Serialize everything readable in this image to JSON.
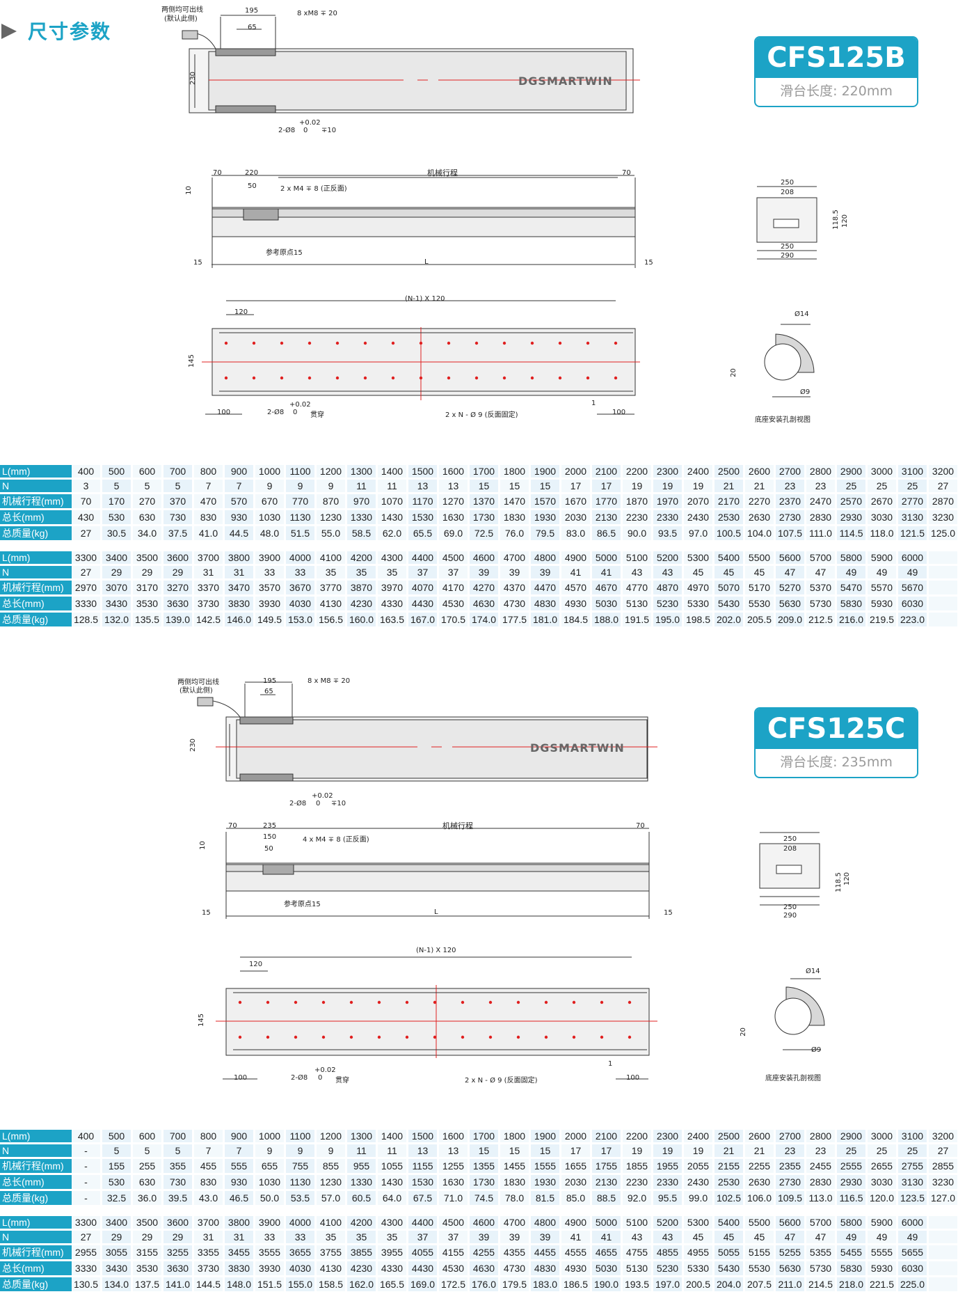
{
  "header": {
    "title": "尺寸参数",
    "arrow_icon": "play-triangle-icon"
  },
  "brand_logo": "DGSMARTWIN",
  "colors": {
    "accent": "#1ca3c6",
    "centerline": "#e02020",
    "table_cell": "#e8f3fa"
  },
  "model_b": {
    "name": "CFS125B",
    "slide": "滑台长度: 220mm",
    "top_view": {
      "cable_note_1": "两侧均可出线",
      "cable_note_2": "(默认此侧)",
      "d195": "195",
      "d65": "65",
      "d230": "230",
      "thread": "8 xM8 ∓ 20",
      "tol": "+0.02",
      "tol0": "0",
      "pin": "2-Ø8",
      "pin_depth": "∓10"
    },
    "side_view": {
      "d70a": "70",
      "d220": "220",
      "d50": "50",
      "d10": "10",
      "stroke": "机械行程",
      "d70b": "70",
      "thread": "2 x M4 ∓ 8 (正反面)",
      "ref": "参考原点15",
      "d15a": "15",
      "L": "L",
      "d15b": "15"
    },
    "bottom_view": {
      "pitch": "(N-1) X 120",
      "d120": "120",
      "d145": "145",
      "d100a": "100",
      "tol": "+0.02",
      "tol0": "0",
      "pin": "2-Ø8",
      "through": "贯穿",
      "holes": "2 x N - Ø 9 (反面固定)",
      "d1": "1",
      "d100b": "100"
    },
    "section": {
      "d250a": "250",
      "d208": "208",
      "d118": "118.5",
      "d120": "120",
      "d250b": "250",
      "d290": "290"
    },
    "hole_detail": {
      "d14": "Ø14",
      "d20": "20",
      "d9": "Ø9",
      "caption": "底座安装孔剖视图"
    },
    "table1": {
      "labels": [
        "L(mm)",
        "N",
        "机械行程(mm)",
        "总长(mm)",
        "总质量(kg)"
      ],
      "rows": [
        [
          "400",
          "500",
          "600",
          "700",
          "800",
          "900",
          "1000",
          "1100",
          "1200",
          "1300",
          "1400",
          "1500",
          "1600",
          "1700",
          "1800",
          "1900",
          "2000",
          "2100",
          "2200",
          "2300",
          "2400",
          "2500",
          "2600",
          "2700",
          "2800",
          "2900",
          "3000",
          "3100",
          "3200"
        ],
        [
          "3",
          "5",
          "5",
          "5",
          "7",
          "7",
          "9",
          "9",
          "9",
          "11",
          "11",
          "13",
          "13",
          "15",
          "15",
          "15",
          "17",
          "17",
          "19",
          "19",
          "19",
          "21",
          "21",
          "23",
          "23",
          "25",
          "25",
          "25",
          "27"
        ],
        [
          "70",
          "170",
          "270",
          "370",
          "470",
          "570",
          "670",
          "770",
          "870",
          "970",
          "1070",
          "1170",
          "1270",
          "1370",
          "1470",
          "1570",
          "1670",
          "1770",
          "1870",
          "1970",
          "2070",
          "2170",
          "2270",
          "2370",
          "2470",
          "2570",
          "2670",
          "2770",
          "2870"
        ],
        [
          "430",
          "530",
          "630",
          "730",
          "830",
          "930",
          "1030",
          "1130",
          "1230",
          "1330",
          "1430",
          "1530",
          "1630",
          "1730",
          "1830",
          "1930",
          "2030",
          "2130",
          "2230",
          "2330",
          "2430",
          "2530",
          "2630",
          "2730",
          "2830",
          "2930",
          "3030",
          "3130",
          "3230"
        ],
        [
          "27",
          "30.5",
          "34.0",
          "37.5",
          "41.0",
          "44.5",
          "48.0",
          "51.5",
          "55.0",
          "58.5",
          "62.0",
          "65.5",
          "69.0",
          "72.5",
          "76.0",
          "79.5",
          "83.0",
          "86.5",
          "90.0",
          "93.5",
          "97.0",
          "100.5",
          "104.0",
          "107.5",
          "111.0",
          "114.5",
          "118.0",
          "121.5",
          "125.0"
        ]
      ]
    },
    "table2": {
      "labels": [
        "L(mm)",
        "N",
        "机械行程(mm)",
        "总长(mm)",
        "总质量(kg)"
      ],
      "rows": [
        [
          "3300",
          "3400",
          "3500",
          "3600",
          "3700",
          "3800",
          "3900",
          "4000",
          "4100",
          "4200",
          "4300",
          "4400",
          "4500",
          "4600",
          "4700",
          "4800",
          "4900",
          "5000",
          "5100",
          "5200",
          "5300",
          "5400",
          "5500",
          "5600",
          "5700",
          "5800",
          "5900",
          "6000",
          ""
        ],
        [
          "27",
          "29",
          "29",
          "29",
          "31",
          "31",
          "33",
          "33",
          "35",
          "35",
          "35",
          "37",
          "37",
          "39",
          "39",
          "39",
          "41",
          "41",
          "43",
          "43",
          "45",
          "45",
          "45",
          "47",
          "47",
          "49",
          "49",
          "49",
          ""
        ],
        [
          "2970",
          "3070",
          "3170",
          "3270",
          "3370",
          "3470",
          "3570",
          "3670",
          "3770",
          "3870",
          "3970",
          "4070",
          "4170",
          "4270",
          "4370",
          "4470",
          "4570",
          "4670",
          "4770",
          "4870",
          "4970",
          "5070",
          "5170",
          "5270",
          "5370",
          "5470",
          "5570",
          "5670",
          ""
        ],
        [
          "3330",
          "3430",
          "3530",
          "3630",
          "3730",
          "3830",
          "3930",
          "4030",
          "4130",
          "4230",
          "4330",
          "4430",
          "4530",
          "4630",
          "4730",
          "4830",
          "4930",
          "5030",
          "5130",
          "5230",
          "5330",
          "5430",
          "5530",
          "5630",
          "5730",
          "5830",
          "5930",
          "6030",
          ""
        ],
        [
          "128.5",
          "132.0",
          "135.5",
          "139.0",
          "142.5",
          "146.0",
          "149.5",
          "153.0",
          "156.5",
          "160.0",
          "163.5",
          "167.0",
          "170.5",
          "174.0",
          "177.5",
          "181.0",
          "184.5",
          "188.0",
          "191.5",
          "195.0",
          "198.5",
          "202.0",
          "205.5",
          "209.0",
          "212.5",
          "216.0",
          "219.5",
          "223.0",
          ""
        ]
      ]
    }
  },
  "model_c": {
    "name": "CFS125C",
    "slide": "滑台长度: 235mm",
    "top_view": {
      "cable_note_1": "两侧均可出线",
      "cable_note_2": "(默认此侧)",
      "d195": "195",
      "d65": "65",
      "d230": "230",
      "thread": "8 x M8 ∓ 20",
      "tol": "+0.02",
      "tol0": "0",
      "pin": "2-Ø8",
      "pin_depth": "∓10"
    },
    "side_view": {
      "d70a": "70",
      "d235": "235",
      "d150": "150",
      "d50": "50",
      "d10": "10",
      "stroke": "机械行程",
      "d70b": "70",
      "thread": "4 x M4 ∓ 8 (正反面)",
      "ref": "参考原点15",
      "d15a": "15",
      "L": "L",
      "d15b": "15"
    },
    "bottom_view": {
      "pitch": "(N-1) X 120",
      "d120": "120",
      "d145": "145",
      "d100a": "100",
      "tol": "+0.02",
      "tol0": "0",
      "pin": "2-Ø8",
      "through": "贯穿",
      "holes": "2 x N - Ø 9 (反面固定)",
      "d1": "1",
      "d100b": "100"
    },
    "section": {
      "d250a": "250",
      "d208": "208",
      "d118": "118.5",
      "d120": "120",
      "d250b": "250",
      "d290": "290"
    },
    "hole_detail": {
      "d14": "Ø14",
      "d20": "20",
      "d9": "Ø9",
      "caption": "底座安装孔剖视图"
    },
    "table1": {
      "labels": [
        "L(mm)",
        "N",
        "机械行程(mm)",
        "总长(mm)",
        "总质量(kg)"
      ],
      "rows": [
        [
          "400",
          "500",
          "600",
          "700",
          "800",
          "900",
          "1000",
          "1100",
          "1200",
          "1300",
          "1400",
          "1500",
          "1600",
          "1700",
          "1800",
          "1900",
          "2000",
          "2100",
          "2200",
          "2300",
          "2400",
          "2500",
          "2600",
          "2700",
          "2800",
          "2900",
          "3000",
          "3100",
          "3200"
        ],
        [
          "-",
          "5",
          "5",
          "5",
          "7",
          "7",
          "9",
          "9",
          "9",
          "11",
          "11",
          "13",
          "13",
          "15",
          "15",
          "15",
          "17",
          "17",
          "19",
          "19",
          "19",
          "21",
          "21",
          "23",
          "23",
          "25",
          "25",
          "25",
          "27"
        ],
        [
          "-",
          "155",
          "255",
          "355",
          "455",
          "555",
          "655",
          "755",
          "855",
          "955",
          "1055",
          "1155",
          "1255",
          "1355",
          "1455",
          "1555",
          "1655",
          "1755",
          "1855",
          "1955",
          "2055",
          "2155",
          "2255",
          "2355",
          "2455",
          "2555",
          "2655",
          "2755",
          "2855"
        ],
        [
          "-",
          "530",
          "630",
          "730",
          "830",
          "930",
          "1030",
          "1130",
          "1230",
          "1330",
          "1430",
          "1530",
          "1630",
          "1730",
          "1830",
          "1930",
          "2030",
          "2130",
          "2230",
          "2330",
          "2430",
          "2530",
          "2630",
          "2730",
          "2830",
          "2930",
          "3030",
          "3130",
          "3230"
        ],
        [
          "-",
          "32.5",
          "36.0",
          "39.5",
          "43.0",
          "46.5",
          "50.0",
          "53.5",
          "57.0",
          "60.5",
          "64.0",
          "67.5",
          "71.0",
          "74.5",
          "78.0",
          "81.5",
          "85.0",
          "88.5",
          "92.0",
          "95.5",
          "99.0",
          "102.5",
          "106.0",
          "109.5",
          "113.0",
          "116.5",
          "120.0",
          "123.5",
          "127.0"
        ]
      ]
    },
    "table2": {
      "labels": [
        "L(mm)",
        "N",
        "机械行程(mm)",
        "总长(mm)",
        "总质量(kg)"
      ],
      "rows": [
        [
          "3300",
          "3400",
          "3500",
          "3600",
          "3700",
          "3800",
          "3900",
          "4000",
          "4100",
          "4200",
          "4300",
          "4400",
          "4500",
          "4600",
          "4700",
          "4800",
          "4900",
          "5000",
          "5100",
          "5200",
          "5300",
          "5400",
          "5500",
          "5600",
          "5700",
          "5800",
          "5900",
          "6000",
          ""
        ],
        [
          "27",
          "29",
          "29",
          "29",
          "31",
          "31",
          "33",
          "33",
          "35",
          "35",
          "35",
          "37",
          "37",
          "39",
          "39",
          "39",
          "41",
          "41",
          "43",
          "43",
          "45",
          "45",
          "45",
          "47",
          "47",
          "49",
          "49",
          "49",
          ""
        ],
        [
          "2955",
          "3055",
          "3155",
          "3255",
          "3355",
          "3455",
          "3555",
          "3655",
          "3755",
          "3855",
          "3955",
          "4055",
          "4155",
          "4255",
          "4355",
          "4455",
          "4555",
          "4655",
          "4755",
          "4855",
          "4955",
          "5055",
          "5155",
          "5255",
          "5355",
          "5455",
          "5555",
          "5655",
          ""
        ],
        [
          "3330",
          "3430",
          "3530",
          "3630",
          "3730",
          "3830",
          "3930",
          "4030",
          "4130",
          "4230",
          "4330",
          "4430",
          "4530",
          "4630",
          "4730",
          "4830",
          "4930",
          "5030",
          "5130",
          "5230",
          "5330",
          "5430",
          "5530",
          "5630",
          "5730",
          "5830",
          "5930",
          "6030",
          ""
        ],
        [
          "130.5",
          "134.0",
          "137.5",
          "141.0",
          "144.5",
          "148.0",
          "151.5",
          "155.0",
          "158.5",
          "162.0",
          "165.5",
          "169.0",
          "172.5",
          "176.0",
          "179.5",
          "183.0",
          "186.5",
          "190.0",
          "193.5",
          "197.0",
          "200.5",
          "204.0",
          "207.5",
          "211.0",
          "214.5",
          "218.0",
          "221.5",
          "225.0",
          ""
        ]
      ]
    }
  }
}
